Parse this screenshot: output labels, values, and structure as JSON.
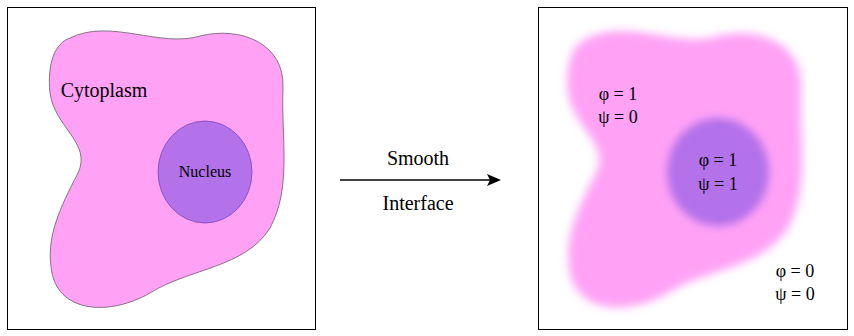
{
  "diagram": {
    "nodes": [
      {
        "text": [
          "Cytoplasm"
        ]
      },
      {
        "text": [
          "Nucleus"
        ],
        "in": 0
      },
      {
        "text": [
          "φ = 1",
          "ψ = 0"
        ]
      },
      {
        "text": [
          "φ = 1",
          "ψ = 1"
        ],
        "in": 2
      }
    ],
    "labels": [
      "Smooth",
      "Interface",
      "φ = 0",
      "ψ = 0"
    ]
  }
}
